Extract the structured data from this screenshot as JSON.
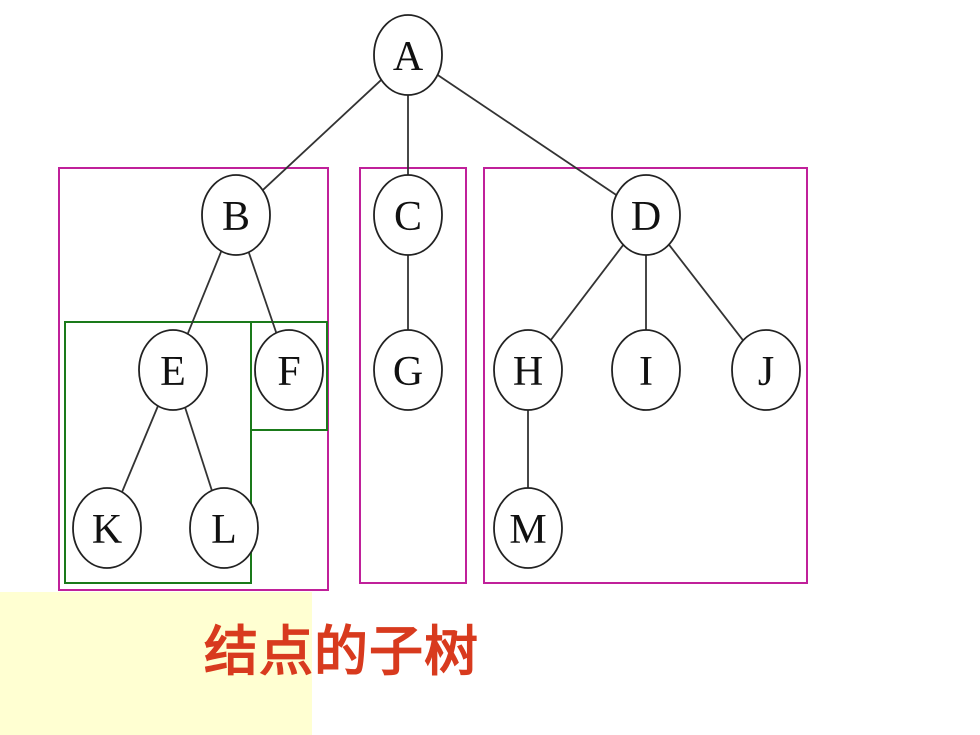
{
  "caption": "结点的子树",
  "colors": {
    "background": "#ffffff",
    "node_stroke": "#222222",
    "edge": "#333333",
    "subtree_box_outer": "#c0209a",
    "subtree_box_inner": "#1a7a1a",
    "caption": "#d83a1e",
    "sticky_note": "#ffffd2"
  },
  "nodes": [
    {
      "id": "A",
      "label": "A"
    },
    {
      "id": "B",
      "label": "B"
    },
    {
      "id": "C",
      "label": "C"
    },
    {
      "id": "D",
      "label": "D"
    },
    {
      "id": "E",
      "label": "E"
    },
    {
      "id": "F",
      "label": "F"
    },
    {
      "id": "G",
      "label": "G"
    },
    {
      "id": "H",
      "label": "H"
    },
    {
      "id": "I",
      "label": "I"
    },
    {
      "id": "J",
      "label": "J"
    },
    {
      "id": "K",
      "label": "K"
    },
    {
      "id": "L",
      "label": "L"
    },
    {
      "id": "M",
      "label": "M"
    }
  ],
  "edges": [
    [
      "A",
      "B"
    ],
    [
      "A",
      "C"
    ],
    [
      "A",
      "D"
    ],
    [
      "B",
      "E"
    ],
    [
      "B",
      "F"
    ],
    [
      "C",
      "G"
    ],
    [
      "D",
      "H"
    ],
    [
      "D",
      "I"
    ],
    [
      "D",
      "J"
    ],
    [
      "E",
      "K"
    ],
    [
      "E",
      "L"
    ],
    [
      "H",
      "M"
    ]
  ],
  "subtree_boxes": [
    {
      "root": "B",
      "members": [
        "B",
        "E",
        "F",
        "K",
        "L"
      ],
      "color": "#c0209a"
    },
    {
      "root": "C",
      "members": [
        "C",
        "G"
      ],
      "color": "#c0209a"
    },
    {
      "root": "D",
      "members": [
        "D",
        "H",
        "I",
        "J",
        "M"
      ],
      "color": "#c0209a"
    },
    {
      "root": "E",
      "members": [
        "E",
        "K",
        "L"
      ],
      "color": "#1a7a1a"
    },
    {
      "root": "F",
      "members": [
        "F"
      ],
      "color": "#1a7a1a"
    }
  ]
}
